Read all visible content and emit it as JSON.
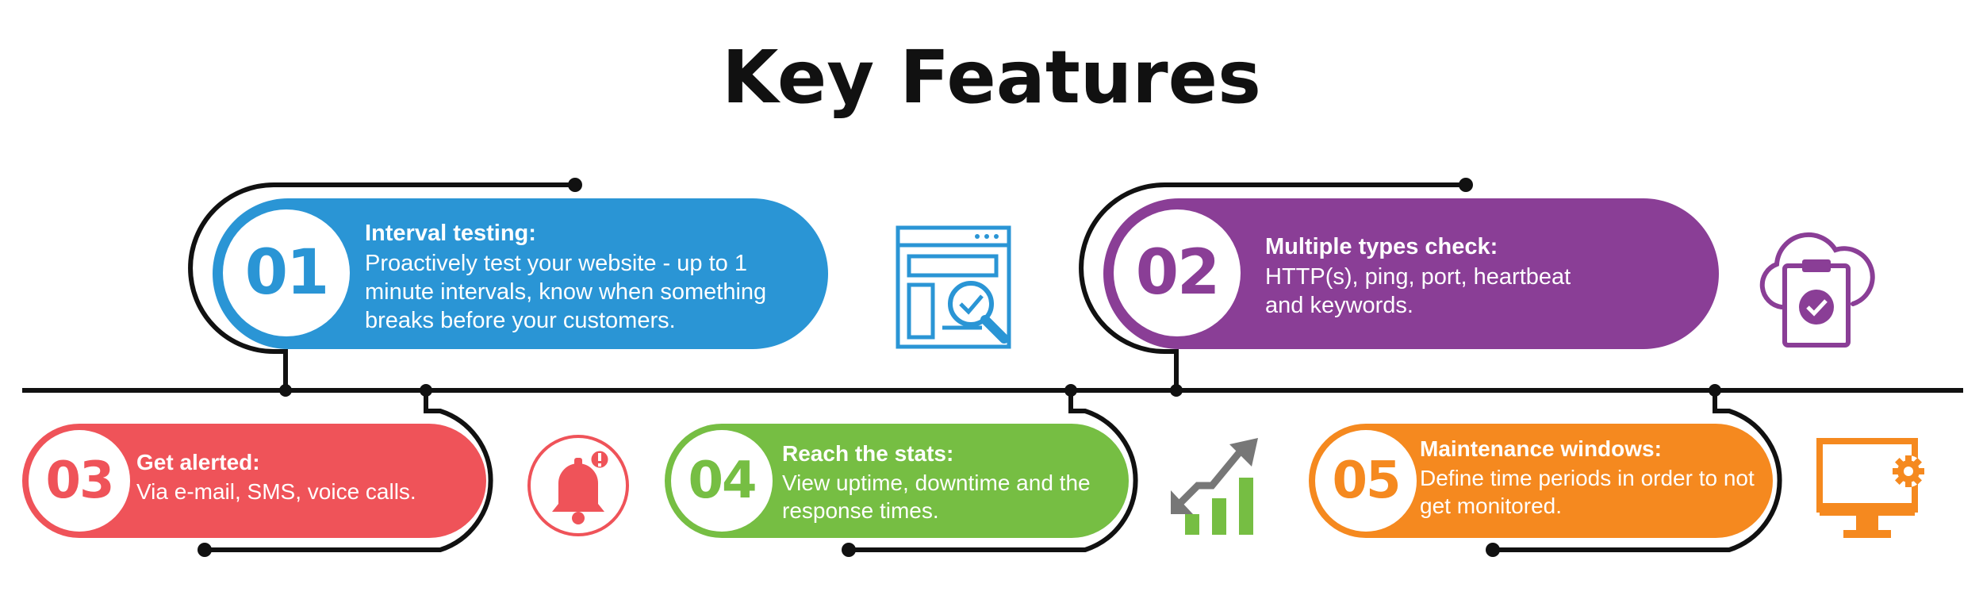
{
  "title": "Key Features",
  "features": [
    {
      "number": "01",
      "heading": "Interval testing:",
      "description": "Proactively test your website - up to 1 minute intervals, know when something breaks before your customers.",
      "color": "#2a95d5",
      "icon": "website-search-icon"
    },
    {
      "number": "02",
      "heading": "Multiple types check:",
      "description": "HTTP(s), ping, port, heartbeat and keywords.",
      "color": "#8a3e96",
      "icon": "cloud-clipboard-check-icon"
    },
    {
      "number": "03",
      "heading": "Get alerted:",
      "description": "Via e-mail, SMS, voice calls.",
      "color": "#ef5359",
      "icon": "bell-alert-icon"
    },
    {
      "number": "04",
      "heading": "Reach the stats:",
      "description": "View uptime, downtime and the response times.",
      "color": "#76be43",
      "icon": "growth-chart-icon"
    },
    {
      "number": "05",
      "heading": "Maintenance windows:",
      "description": "Define time periods in order to not get monitored.",
      "color": "#f5891f",
      "icon": "monitor-gear-icon"
    }
  ]
}
